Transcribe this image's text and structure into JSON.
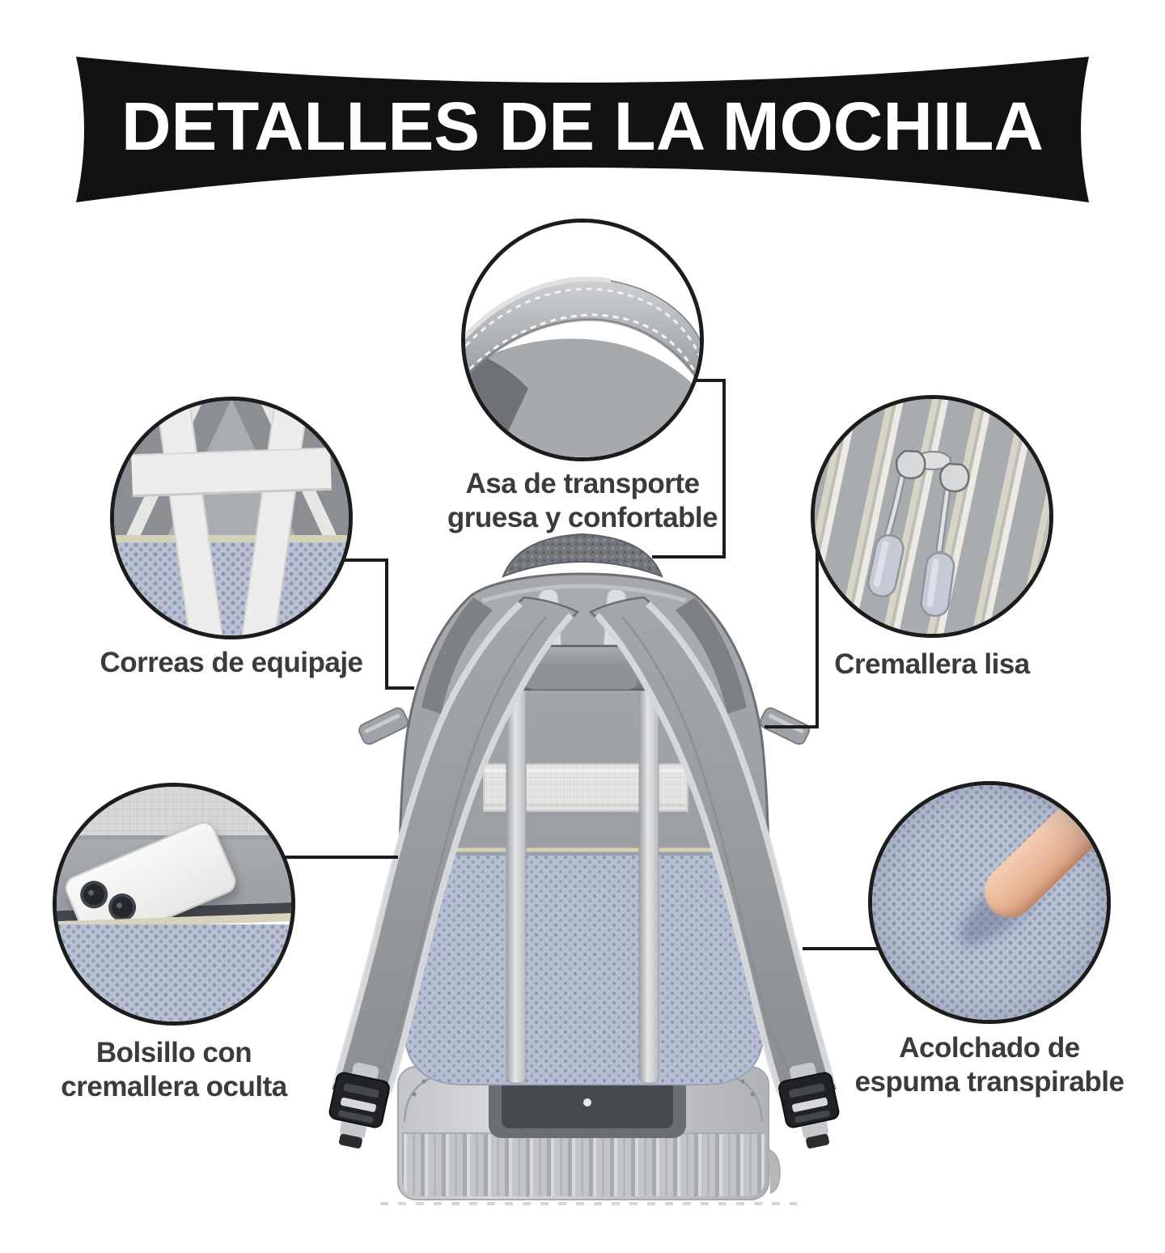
{
  "banner": {
    "title": "DETALLES DE LA MOCHILA"
  },
  "callouts": {
    "handle": {
      "line1": "Asa de transporte",
      "line2": "gruesa y confortable"
    },
    "luggage_straps": {
      "line1": "Correas de equipaje"
    },
    "zipper": {
      "line1": "Cremallera lisa"
    },
    "hidden_pocket": {
      "line1": "Bolsillo con",
      "line2": "cremallera oculta"
    },
    "foam_padding": {
      "line1": "Acolchado de",
      "line2": "espuma transpirable"
    }
  },
  "colors": {
    "banner_black": "#121212",
    "title_text": "#ffffff",
    "label_text": "#3b3b3b",
    "circle_outline": "#1c1c1c",
    "backpack_gray": "#9a9da2",
    "strap_edge_light": "#d9dbdd",
    "mesh_panel_blue_gray": "#b6bfd2",
    "luggage_band_white": "#e4e5e3",
    "suitcase_silver": "#c6c8cb",
    "beige_seam": "#d6d2b8"
  }
}
